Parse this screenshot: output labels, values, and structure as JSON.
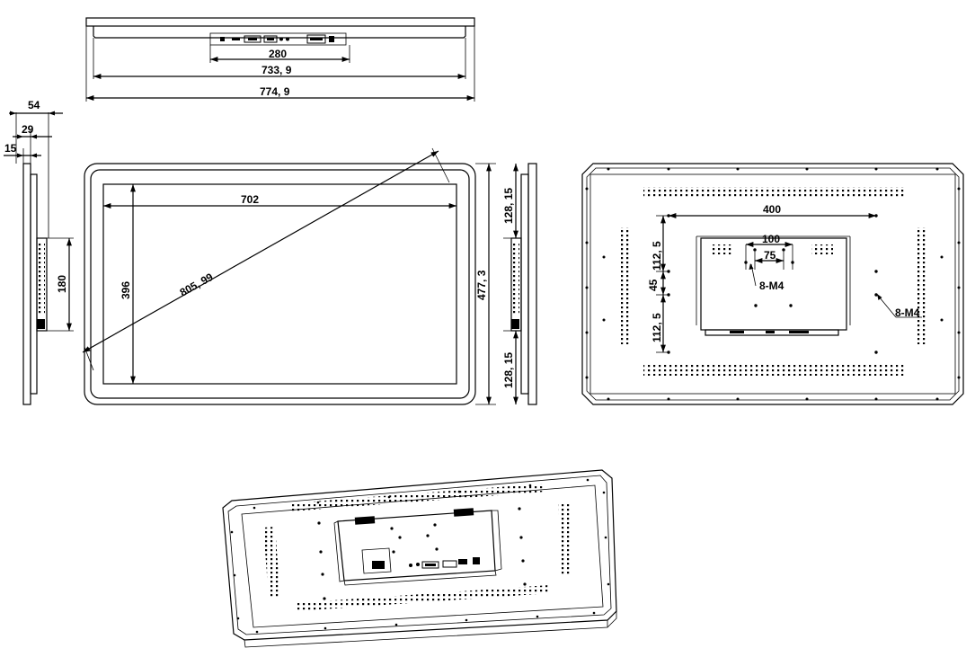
{
  "dimensions": {
    "top_connector_span": "280",
    "top_inner_width": "733, 9",
    "top_overall_width": "774, 9",
    "side_depth_total": "54",
    "side_depth_mid": "29",
    "side_depth_front": "15",
    "side_bracket_height": "180",
    "front_active_width": "702",
    "front_active_height": "396",
    "front_diagonal": "805, 99",
    "right_side_upper": "128, 15",
    "right_side_lower": "128, 15",
    "overall_height": "477, 3",
    "rear_vesa_400": "400",
    "rear_vesa_100": "100",
    "rear_vesa_75": "75",
    "rear_vertical_upper": "112, 5",
    "rear_vertical_mid": "45",
    "rear_vertical_lower": "112, 5",
    "rear_screw_callout_inner": "8-M4",
    "rear_screw_callout_outer": "8-M4"
  }
}
